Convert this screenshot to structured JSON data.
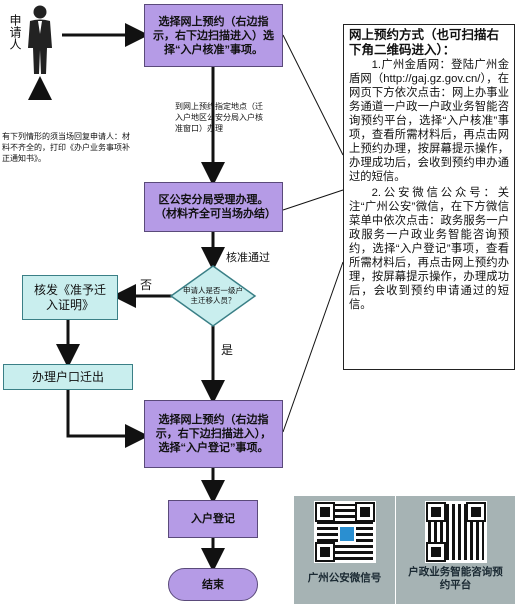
{
  "applicant": {
    "label": "申请人"
  },
  "steps": {
    "step1": "选择网上预约（右边指示，右下边扫描进入）选择“入户核准”事项。",
    "step1_note": "到网上预约指定地点（迁入户地区公安分局入户核准窗口）办理",
    "left_note": "有下列情形的须当场回复申请人：材料不齐全的，打印《办户业务事项补正通知书》。",
    "step2": "区公安分局受理办理。（材料齐全可当场办结）",
    "approved": "核准通过",
    "decision": "申请人是否一级户主迁移人员？",
    "no": "否",
    "yes": "是",
    "issue_cert": "核发《准予迁入证明》",
    "move_out": "办理户口迁出",
    "step3": "选择网上预约（右边指示，右下边扫描进入），选择“入户登记”事项。",
    "register": "入户登记",
    "end": "结束"
  },
  "panel": {
    "title": "网上预约方式（也可扫描右下角二维码进入）：",
    "para1": "1.广州金盾网：登陆广州金盾网（http://gaj.gz.gov.cn/），在网页下方依次点击：网上办事业务通道一户政一户政业务智能咨询预约平台，选择“入户核准”事项，查看所需材料后，再点击网上预约办理，按屏幕提示操作，办理成功后，会收到预约申办通过的短信。",
    "para2": "2.公安微信公众号：关注“广州公安”微信，在下方微信菜单中依次点击：政务服务一户政服务一户政业务智能咨询预约，选择“入户登记”事项，查看所需材料后，再点击网上预约办理，按屏幕提示操作，办理成功后，会收到预约申请通过的短信。"
  },
  "qr": {
    "left_label": "广州公安微信号",
    "right_label": "户政业务智能咨询预约平台"
  },
  "colors": {
    "process": "#b59be6",
    "alt": "#c9eeee",
    "qr_bg": "#a6b3b4"
  }
}
